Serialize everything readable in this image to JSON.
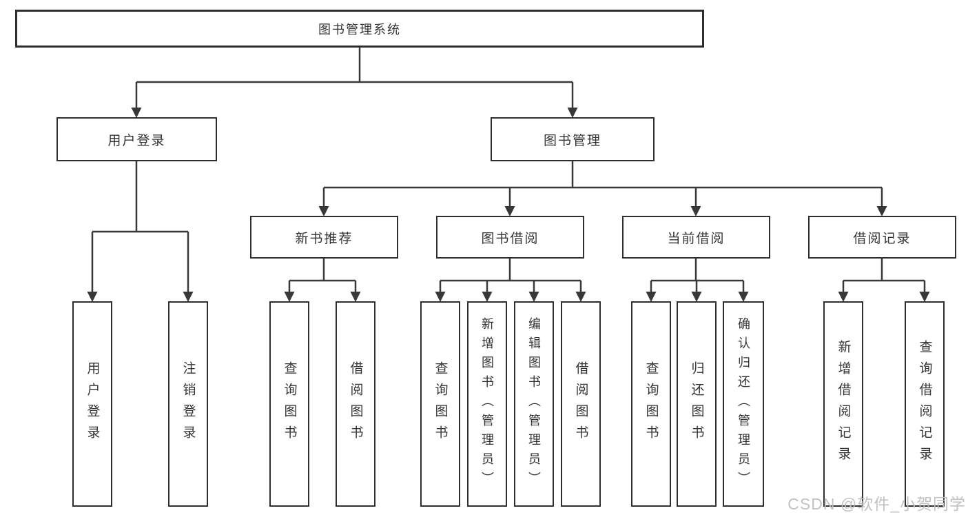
{
  "colors": {
    "background": "#ffffff",
    "line": "#383838",
    "box_border": "#2e2e2e",
    "text": "#333333",
    "watermark_text": "#bfbfbf"
  },
  "watermark": {
    "text": "CSDN @软件_小贺同学"
  },
  "tree": {
    "root": {
      "label": "图书管理系统",
      "children": [
        {
          "label": "用户登录",
          "children": [
            {
              "label": "用户登录"
            },
            {
              "label": "注销登录"
            }
          ]
        },
        {
          "label": "图书管理",
          "children": [
            {
              "label": "新书推荐",
              "children": [
                {
                  "label": "查询图书"
                },
                {
                  "label": "借阅图书"
                }
              ]
            },
            {
              "label": "图书借阅",
              "children": [
                {
                  "label": "查询图书"
                },
                {
                  "label": "新增图书（管理员）"
                },
                {
                  "label": "编辑图书（管理员）"
                },
                {
                  "label": "借阅图书"
                }
              ]
            },
            {
              "label": "当前借阅",
              "children": [
                {
                  "label": "查询图书"
                },
                {
                  "label": "归还图书"
                },
                {
                  "label": "确认归还（管理员）"
                }
              ]
            },
            {
              "label": "借阅记录",
              "children": [
                {
                  "label": "新增借阅记录"
                },
                {
                  "label": "查询借阅记录"
                }
              ]
            }
          ]
        }
      ]
    }
  }
}
